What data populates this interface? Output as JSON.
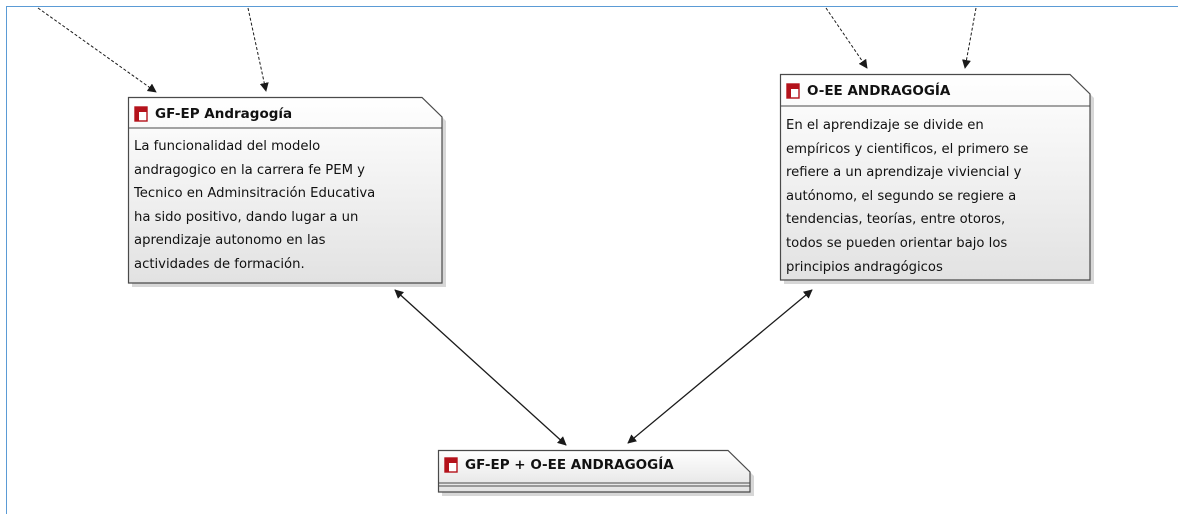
{
  "nodes": {
    "gf_ep": {
      "title": "GF-EP Andragogía",
      "icon": "document-icon",
      "body": "La funcionalidad del modelo\nandragogico en la carrera fe PEM y\nTecnico en Adminsitración Educativa\nha sido positivo, dando lugar a un\naprendizaje autonomo en las\nactividades de formación."
    },
    "o_ee": {
      "title": "O-EE ANDRAGOGÍA",
      "icon": "document-icon",
      "body": "En el aprendizaje se divide en\nempíricos y cientificos, el primero se\nrefiere a un aprendizaje viviencial y\nautónomo, el segundo se regiere a\ntendencias, teorías, entre otoros,\ntodos se pueden orientar bajo los\nprincipios andragógicos"
    },
    "combined": {
      "title": "GF-EP + O-EE ANDRAGOGÍA",
      "icon": "document-icon"
    }
  },
  "colors": {
    "frame_border": "#5b9bd5",
    "node_border": "#4a4a4a",
    "node_fill_top": "#ffffff",
    "node_fill_bottom": "#e2e2e2",
    "icon_red": "#b4121b",
    "link": "#1a1a1a"
  }
}
